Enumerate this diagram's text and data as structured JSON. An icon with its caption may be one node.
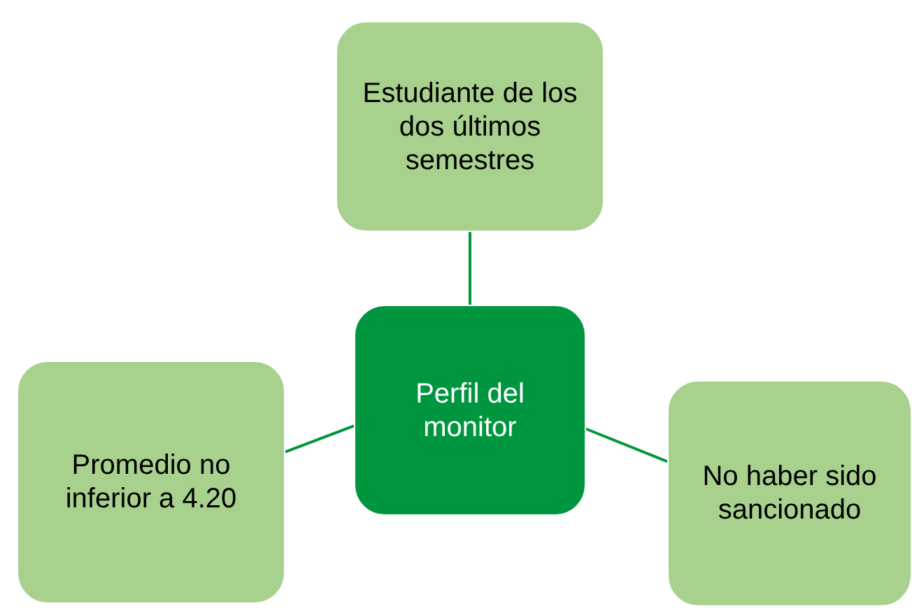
{
  "diagram": {
    "nodes": [
      {
        "text": [
          "Perfil del monitor"
        ]
      },
      {
        "text": [
          "Estudiante de los dos últimos semestres"
        ]
      },
      {
        "text": [
          "Promedio no inferior a 4.20"
        ]
      },
      {
        "text": [
          "No haber sido sancionado"
        ]
      }
    ],
    "edges": [
      {
        "from": 0,
        "to": 1,
        "arrow": "none"
      },
      {
        "from": 0,
        "to": 2,
        "arrow": "none"
      },
      {
        "from": 0,
        "to": 3,
        "arrow": "none"
      }
    ]
  }
}
